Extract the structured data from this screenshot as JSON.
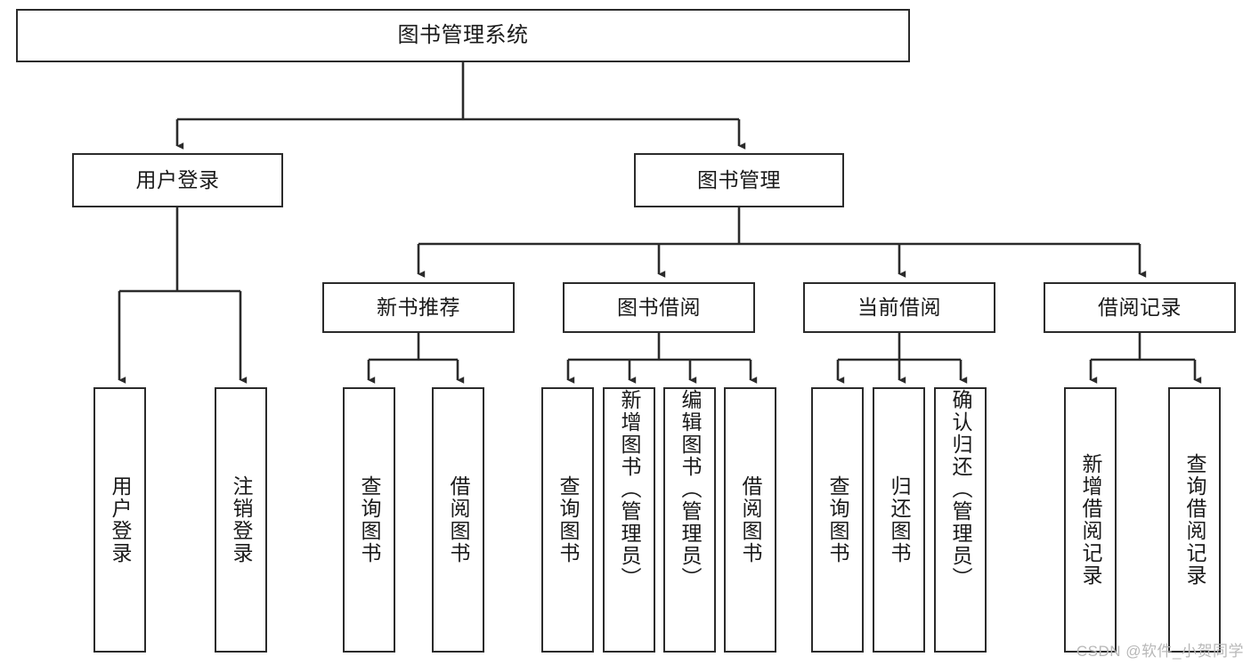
{
  "diagram": {
    "type": "tree-hierarchy-chart",
    "title": "图书管理系统",
    "orientation": "top-down",
    "line_color": "#2b2b2b",
    "box_fill": "#ffffff",
    "text_color": "#1a1a1a"
  },
  "nodes": {
    "root": {
      "label": "图书管理系统",
      "level": 0
    },
    "level1": [
      {
        "id": "user-login",
        "label": "用户登录"
      },
      {
        "id": "book-management",
        "label": "图书管理"
      }
    ],
    "level2": [
      {
        "id": "new-book-recommend",
        "label": "新书推荐",
        "parent": "book-management"
      },
      {
        "id": "book-borrow",
        "label": "图书借阅",
        "parent": "book-management"
      },
      {
        "id": "current-borrow",
        "label": "当前借阅",
        "parent": "book-management"
      },
      {
        "id": "borrow-record",
        "label": "借阅记录",
        "parent": "book-management"
      }
    ],
    "leaves": {
      "user_login": [
        {
          "id": "leaf-user-login",
          "label": "用户登录"
        },
        {
          "id": "leaf-logout-login",
          "label": "注销登录"
        }
      ],
      "new_book_recommend": [
        {
          "id": "leaf-query-book-1",
          "label": "查询图书"
        },
        {
          "id": "leaf-borrow-book-1",
          "label": "借阅图书"
        }
      ],
      "book_borrow": [
        {
          "id": "leaf-query-book-2",
          "label": "查询图书"
        },
        {
          "id": "leaf-add-book",
          "label": "新增图书（管理员）"
        },
        {
          "id": "leaf-edit-book",
          "label": "编辑图书（管理员）"
        },
        {
          "id": "leaf-borrow-book-2",
          "label": "借阅图书"
        }
      ],
      "current_borrow": [
        {
          "id": "leaf-query-book-3",
          "label": "查询图书"
        },
        {
          "id": "leaf-return-book",
          "label": "归还图书"
        },
        {
          "id": "leaf-confirm-return",
          "label": "确认归还（管理员）"
        }
      ],
      "borrow_record": [
        {
          "id": "leaf-add-record",
          "label": "新增借阅记录"
        },
        {
          "id": "leaf-query-record",
          "label": "查询借阅记录"
        }
      ]
    }
  },
  "watermark": {
    "text": "CSDN @软件_小贺同学"
  }
}
